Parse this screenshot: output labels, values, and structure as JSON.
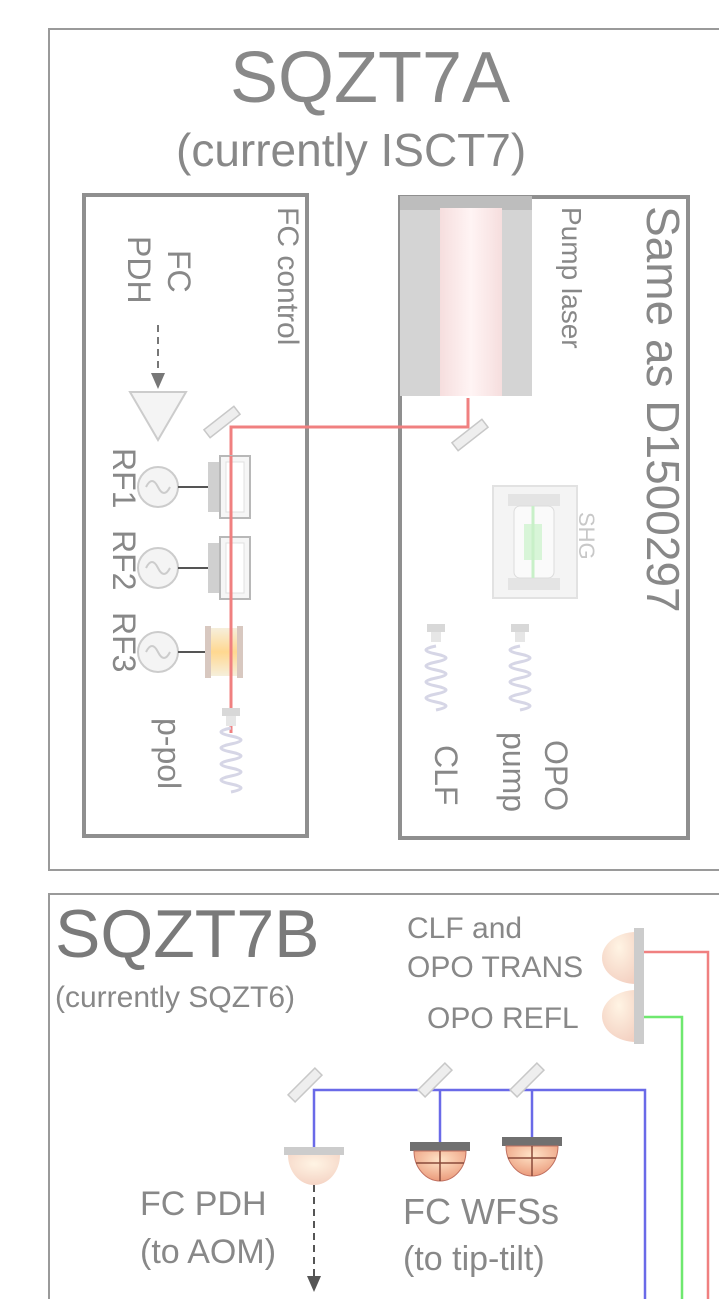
{
  "panel_a": {
    "title": "SQZT7A",
    "subtitle": "(currently ISCT7)",
    "fc_box": {
      "label": "FC control",
      "fc_pdh": [
        "FC",
        "PDH"
      ],
      "rf_labels": [
        "RF1",
        "RF2",
        "RF3"
      ],
      "ppol_label": "p-pol"
    },
    "same_box": {
      "label": "Same as D1500297",
      "pump_laser": "Pump laser",
      "shg": "SHG",
      "clf": "CLF",
      "opo_pump": [
        "OPO",
        "pump"
      ]
    }
  },
  "panel_b": {
    "title": "SQZT7B",
    "subtitle": "(currently SQZT6)",
    "clf_trans": [
      "CLF and",
      "OPO TRANS"
    ],
    "opo_refl": "OPO REFL",
    "fc_pdh": [
      "FC PDH",
      "(to AOM)"
    ],
    "fc_wfs": [
      "FC WFSs",
      "(to tip-tilt)"
    ]
  },
  "colors": {
    "red_beam": "#f08080",
    "blue_beam": "#6a6ae8",
    "green_beam": "#6fe86f",
    "frame": "#9a9a9a",
    "text": "#888888"
  }
}
